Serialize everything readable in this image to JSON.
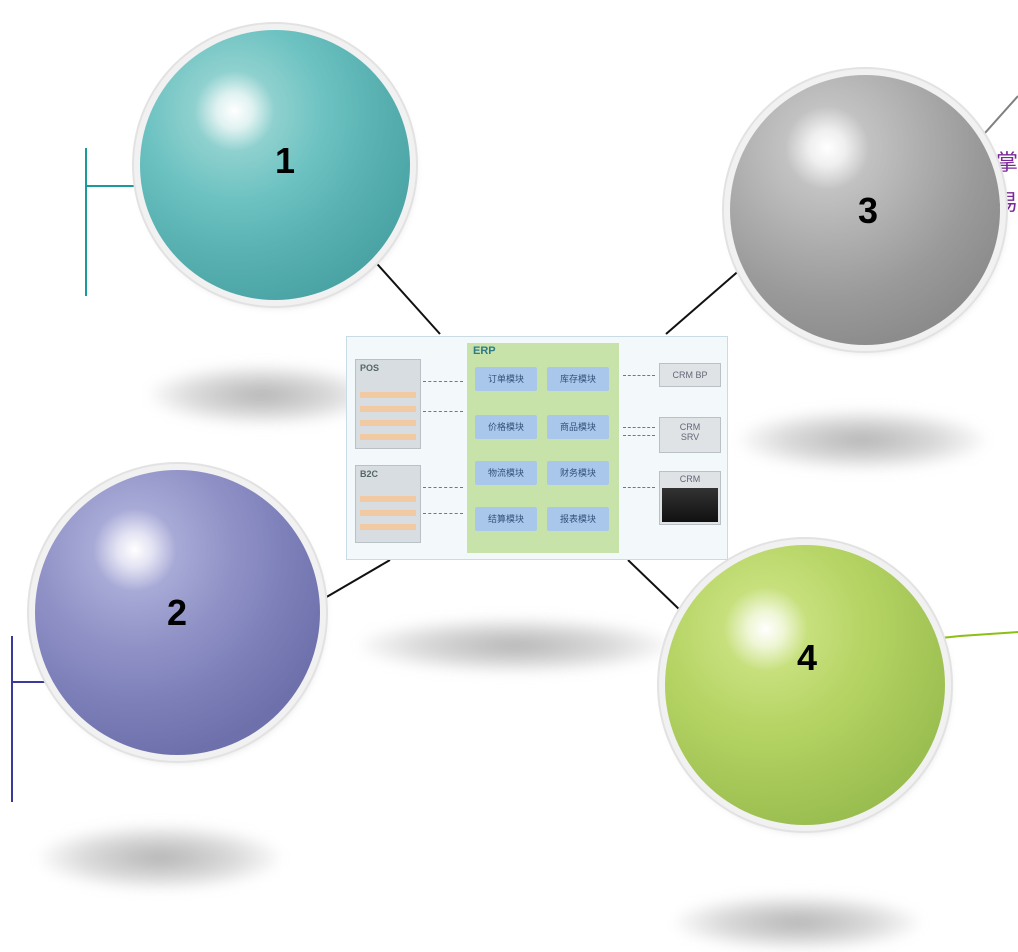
{
  "colors": {
    "teal": "#4aa3a4",
    "purple": "#6e70ab",
    "gray": "#8a8a8a",
    "green": "#98bc4e",
    "text_purple": "#7a2a96"
  },
  "edge_text": {
    "line1": "掌",
    "line2": "易"
  },
  "spheres": [
    {
      "label": "1"
    },
    {
      "label": "2"
    },
    {
      "label": "3"
    },
    {
      "label": "4"
    }
  ],
  "erp": {
    "title": "ERP",
    "pos_label": "POS",
    "b2c_label": "B2C",
    "modules": [
      "订单模块",
      "库存模块",
      "价格模块",
      "商品模块",
      "物流模块",
      "财务模块",
      "结算模块",
      "报表模块"
    ],
    "crm_bp": "CRM BP",
    "crm_srv_line1": "CRM",
    "crm_srv_line2": "SRV",
    "crm": "CRM"
  }
}
